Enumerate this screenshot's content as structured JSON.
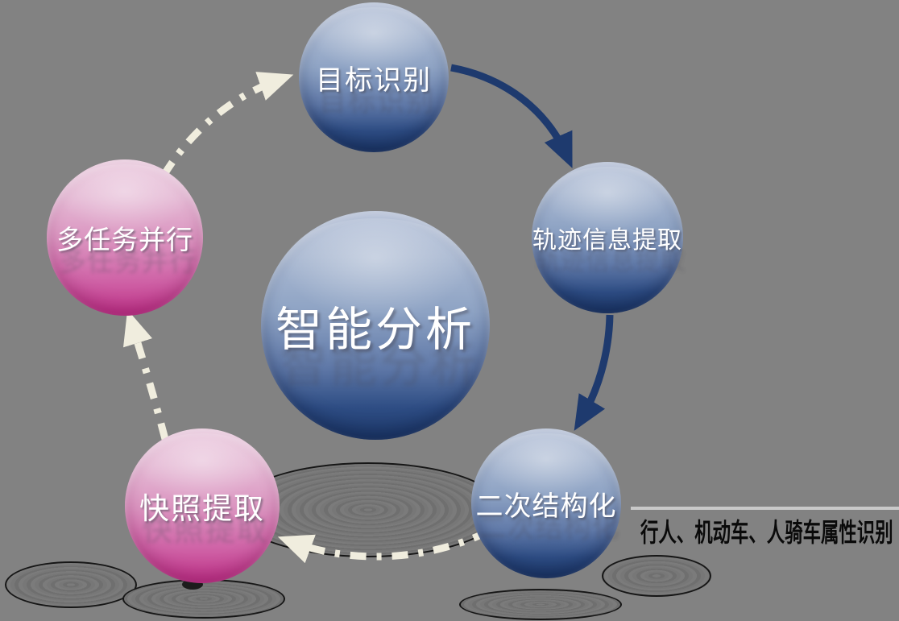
{
  "center": {
    "label": "智能分析"
  },
  "nodes": [
    {
      "id": "target-recognition",
      "label": "目标识别",
      "type": "blue"
    },
    {
      "id": "trajectory-extraction",
      "label": "轨迹信息提取",
      "type": "blue"
    },
    {
      "id": "secondary-structuring",
      "label": "二次结构化",
      "type": "blue"
    },
    {
      "id": "snapshot-extraction",
      "label": "快照提取",
      "type": "pink"
    },
    {
      "id": "multitask-parallel",
      "label": "多任务并行",
      "type": "pink"
    }
  ],
  "arrows": [
    {
      "from": "目标识别",
      "to": "轨迹信息提取",
      "style": "solid",
      "color": "#1e3a6e"
    },
    {
      "from": "轨迹信息提取",
      "to": "二次结构化",
      "style": "solid",
      "color": "#1e3a6e"
    },
    {
      "from": "二次结构化",
      "to": "快照提取",
      "style": "dash-dot",
      "color": "#f0edde"
    },
    {
      "from": "快照提取",
      "to": "多任务并行",
      "style": "dash-dot",
      "color": "#f0edde"
    },
    {
      "from": "多任务并行",
      "to": "目标识别",
      "style": "dash-dot",
      "color": "#f0edde"
    }
  ],
  "caption": {
    "text": "行人、机动车、人骑车属性识别"
  },
  "colors": {
    "background": "#828282",
    "blue_sphere_top": "#b6c2d9",
    "blue_sphere_bottom": "#1e3a6b",
    "pink_sphere_top": "#eac8dd",
    "pink_sphere_bottom": "#c1338a",
    "solid_arrow": "#1e3a6e",
    "dashed_arrow": "#f0edde",
    "sphere_text": "#ffffff",
    "caption_text": "#0a0a0a",
    "caption_line": "#c9c9c9"
  }
}
